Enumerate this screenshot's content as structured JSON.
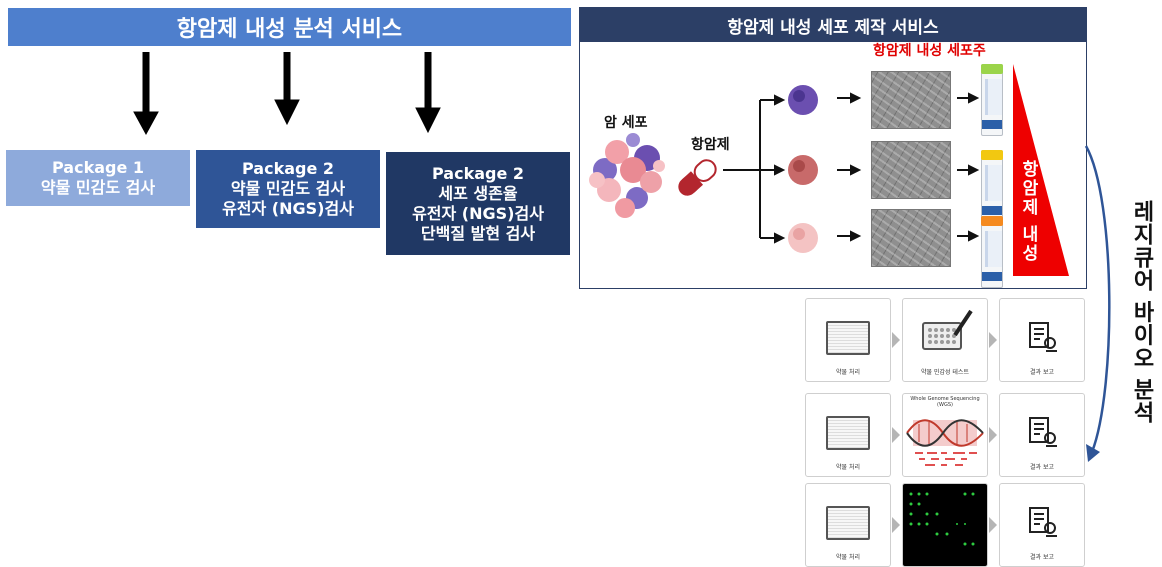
{
  "left_section": {
    "banner_title": "항암제 내성 분석 서비스",
    "packages": [
      {
        "title": "Package 1",
        "lines": [
          "약물 민감도 검사"
        ]
      },
      {
        "title": "Package 2",
        "lines": [
          "약물 민감도 검사",
          "유전자 (NGS)검사"
        ]
      },
      {
        "title": "Package 2",
        "lines": [
          "세포 생존율",
          "유전자 (NGS)검사",
          "단백질 발현 검사"
        ]
      }
    ]
  },
  "right_section": {
    "title": "항암제 내성 세포 제작 서비스",
    "resistant_line_label": "항암제 내성 세포주",
    "cancer_cell_label": "암 세포",
    "drug_label": "항암제",
    "gradient_label": "항암제 내성",
    "tube_cap_colors": [
      "#9bd44a",
      "#f2c811",
      "#f58a1f"
    ],
    "cell_colors": [
      "#6b4fb0",
      "#c0504d",
      "#f0b3b3"
    ]
  },
  "analysis": {
    "vertical_label": "레지큐어 바이오 분석",
    "rows": [
      {
        "steps": [
          "약물 처리",
          "약물 민감성 테스트",
          "결과 보고"
        ]
      },
      {
        "steps": [
          "약물 처리",
          "",
          "결과 보고"
        ],
        "panel_title": "Whole Genome Sequencing (WGS)"
      },
      {
        "steps": [
          "약물 처리",
          "",
          "결과 보고"
        ]
      }
    ]
  }
}
